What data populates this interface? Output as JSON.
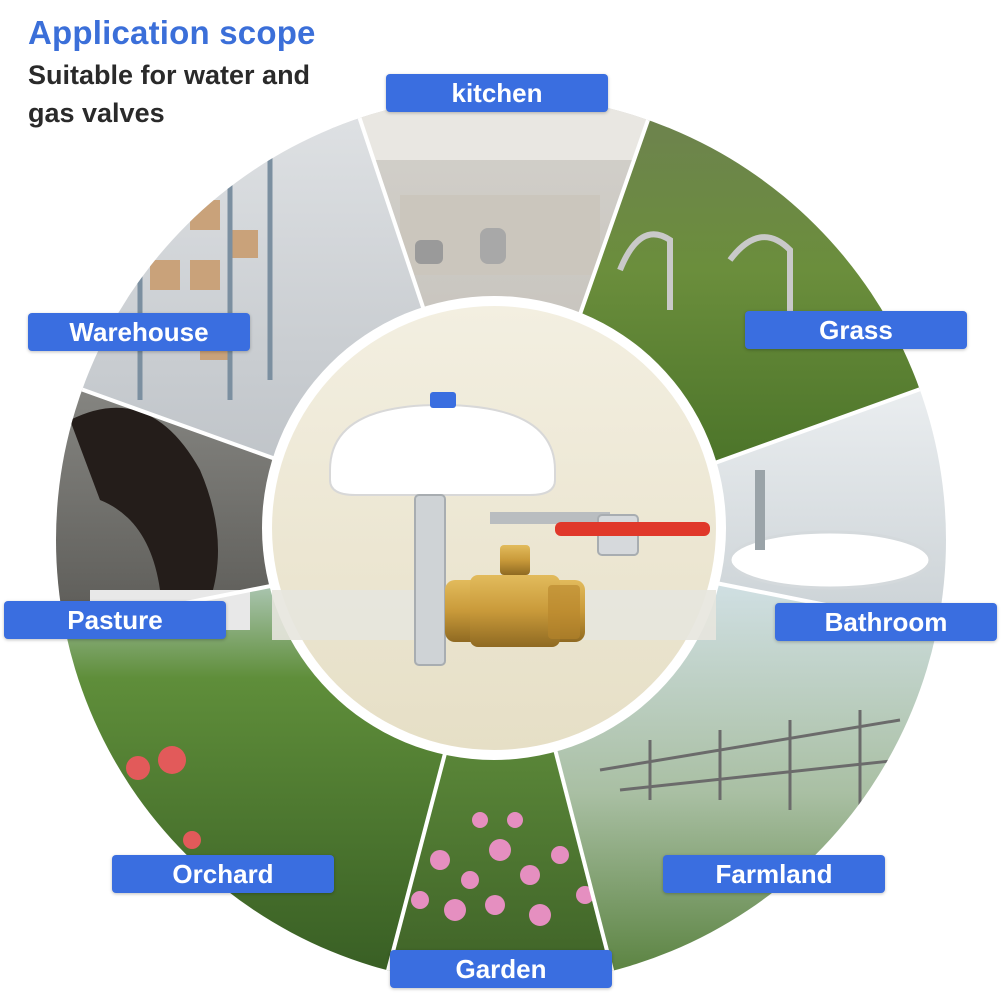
{
  "header": {
    "title": "Application scope",
    "subtitle": "Suitable for water and gas valves"
  },
  "labels": {
    "kitchen": "kitchen",
    "grass": "Grass",
    "bathroom": "Bathroom",
    "farmland": "Farmland",
    "garden": "Garden",
    "orchard": "Orchard",
    "pasture": "Pasture",
    "warehouse": "Warehouse"
  },
  "colors": {
    "accent": "#3a6ee0",
    "heading": "#3b6fd9",
    "valve_handle": "#e0382a",
    "brass": "#c99a3a"
  }
}
